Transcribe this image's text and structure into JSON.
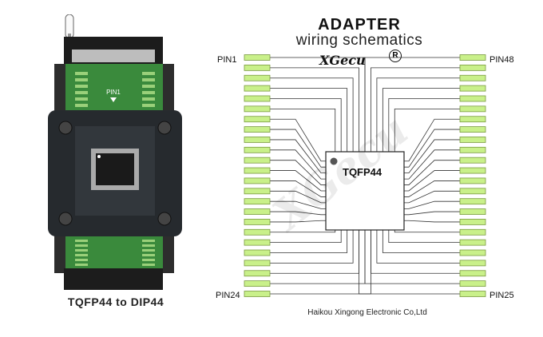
{
  "photo": {
    "pin1_label": "PIN1",
    "caption": "TQFP44 to DIP44"
  },
  "schematic": {
    "title": "ADAPTER",
    "subtitle": "wiring schematics",
    "brand": "XGecu",
    "registered_mark": "R",
    "chip_label": "TQFP44",
    "pin_labels": {
      "top_left": "PIN1",
      "top_right": "PIN48",
      "bottom_left": "PIN24",
      "bottom_right": "PIN25"
    },
    "footer": "Haikou Xingong Electronic Co,Ltd",
    "watermark": "XGecu"
  },
  "colors": {
    "pad": "#c9f08a",
    "pad_border": "#7a9a40",
    "pcb": "#3a8a3c",
    "socket": "#262a2e",
    "wire": "#333333"
  }
}
